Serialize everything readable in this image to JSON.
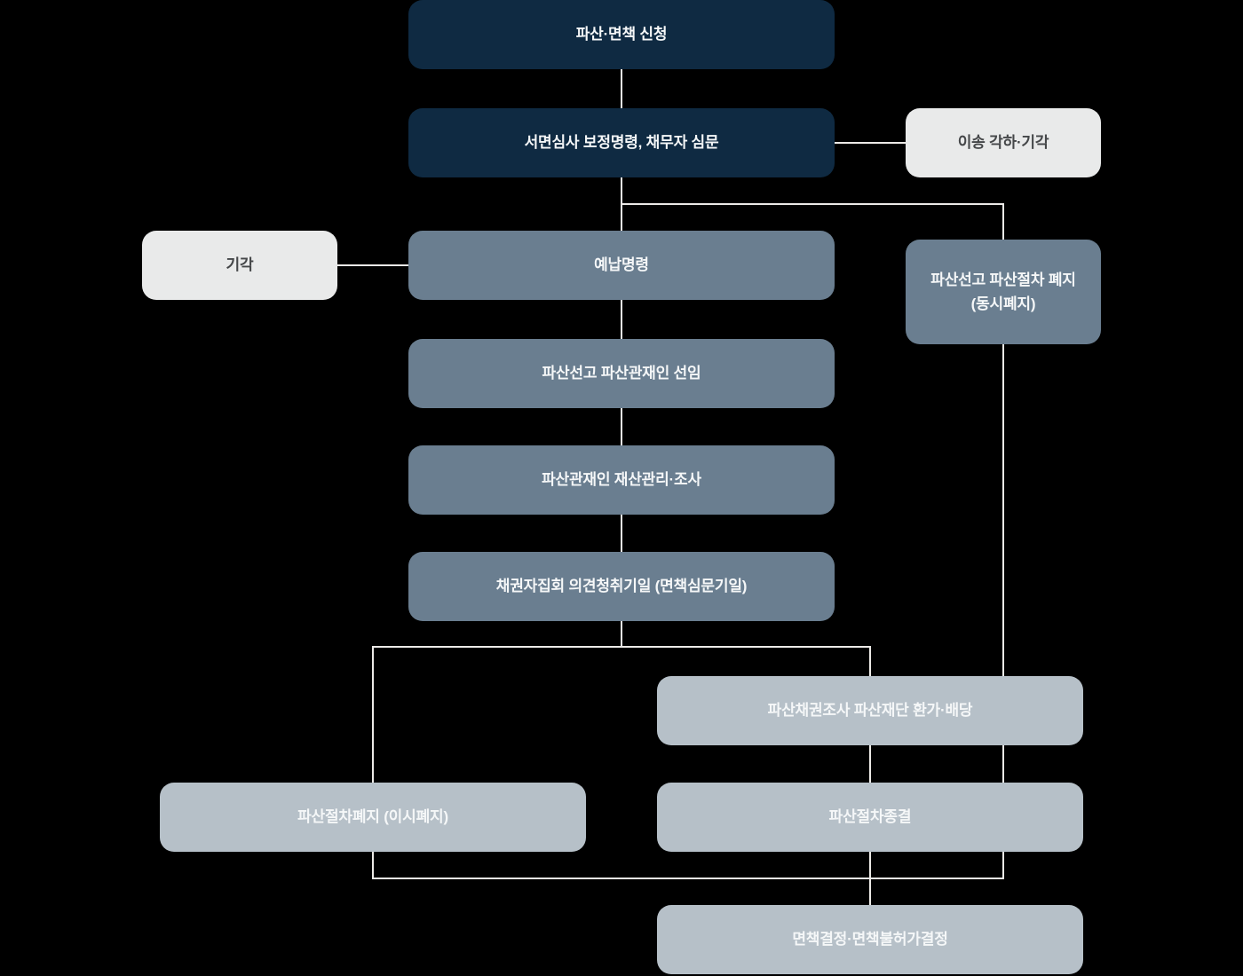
{
  "colors": {
    "bg": "#000000",
    "navy": "#0f2a42",
    "slate": "#6a7e90",
    "soft": "#b6c0c8",
    "gray": "#e9eaea",
    "line": "#eceae7",
    "text-light": "#f5f7f8",
    "text-dark": "#454749"
  },
  "nodes": {
    "apply": {
      "label": "파산·면책 신청"
    },
    "review": {
      "label": "서면심사 보정명령, 채무자 심문"
    },
    "transfer": {
      "label": "이송 각하·기각"
    },
    "reject": {
      "label": "기각"
    },
    "deposit": {
      "label": "예납명령"
    },
    "simultaneous_abolition": {
      "label": "파산선고 파산절차 폐지",
      "label2": "(동시폐지)"
    },
    "declare": {
      "label": "파산선고 파산관재인 선임"
    },
    "manage": {
      "label": "파산관재인 재산관리·조사"
    },
    "meeting": {
      "label": "채권자집회 의견청취기일 (면책심문기일)"
    },
    "claims": {
      "label": "파산채권조사 파산재단 환가·배당"
    },
    "abolish": {
      "label": "파산절차폐지 (이시폐지)"
    },
    "conclude": {
      "label": "파산절차종결"
    },
    "discharge": {
      "label": "면책결정·면책불허가결정"
    }
  },
  "connections": [
    "파산·면책 신청 → 서면심사 보정명령, 채무자 심문",
    "서면심사 보정명령, 채무자 심문 → 이송 각하·기각",
    "서면심사 보정명령, 채무자 심문 → 예납명령",
    "서면심사 보정명령, 채무자 심문 → 파산선고 파산절차 폐지 (동시폐지)",
    "예납명령 → 기각",
    "예납명령 → 파산선고 파산관재인 선임",
    "파산선고 파산관재인 선임 → 파산관재인 재산관리·조사",
    "파산관재인 재산관리·조사 → 채권자집회 의견청취기일 (면책심문기일)",
    "채권자집회 의견청취기일 (면책심문기일) → 파산절차폐지 (이시폐지)",
    "채권자집회 의견청취기일 (면책심문기일) → 파산채권조사 파산재단 환가·배당",
    "파산채권조사 파산재단 환가·배당 → 파산절차종결",
    "파산절차폐지 (이시폐지) → 면책결정·면책불허가결정",
    "파산절차종결 → 면책결정·면책불허가결정",
    "파산선고 파산절차 폐지 (동시폐지) → 면책결정·면책불허가결정"
  ]
}
